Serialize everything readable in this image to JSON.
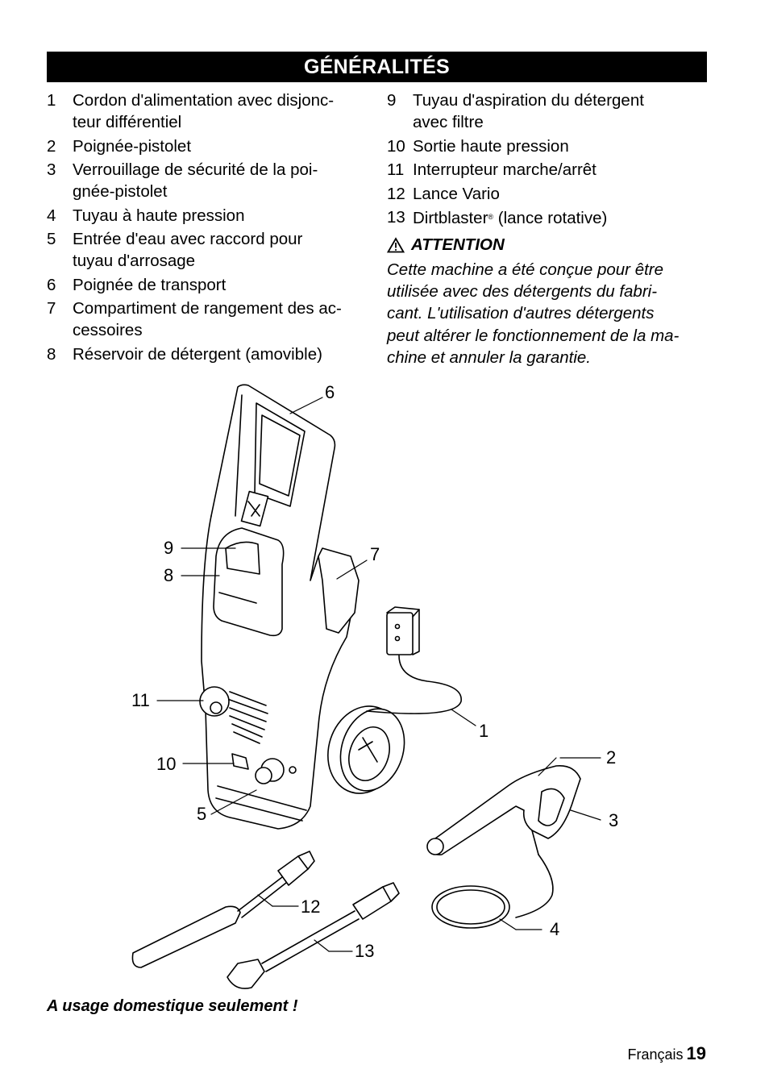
{
  "header": {
    "title": "GÉNÉRALITÉS"
  },
  "left_items": [
    {
      "n": "1",
      "text": "Cordon d'alimentation avec disjonc-teur différentiel",
      "l1": "Cordon d'alimentation avec disjonc-",
      "l2": "teur différentiel"
    },
    {
      "n": "2",
      "text": "Poignée-pistolet"
    },
    {
      "n": "3",
      "l1": "Verrouillage de sécurité de la poi-",
      "l2": "gnée-pistolet"
    },
    {
      "n": "4",
      "text": "Tuyau à haute pression"
    },
    {
      "n": "5",
      "l1": "Entrée d'eau avec raccord pour",
      "l2": "tuyau d'arrosage"
    },
    {
      "n": "6",
      "text": "Poignée de transport"
    },
    {
      "n": "7",
      "l1": "Compartiment de rangement des ac-",
      "l2": "cessoires"
    },
    {
      "n": "8",
      "text": "Réservoir de détergent (amovible)"
    }
  ],
  "right_items": [
    {
      "n": "9",
      "l1": "Tuyau d'aspiration du détergent",
      "l2": "avec filtre"
    },
    {
      "n": "10",
      "text": "Sortie haute pression"
    },
    {
      "n": "11",
      "text": "Interrupteur marche/arrêt"
    },
    {
      "n": "12",
      "text": "Lance Vario"
    },
    {
      "n": "13",
      "text_a": "Dirtblaster",
      "reg": "®",
      "text_b": " (lance rotative)"
    }
  ],
  "attention": {
    "title": "ATTENTION",
    "l1": "Cette machine a été conçue pour être",
    "l2": "utilisée avec des détergents du fabri-",
    "l3": "cant. L'utilisation d'autres détergents",
    "l4": "peut altérer le fonctionnement de la ma-",
    "l5": "chine et annuler la garantie."
  },
  "figure": {
    "callouts": [
      "6",
      "9",
      "7",
      "8",
      "11",
      "1",
      "10",
      "2",
      "5",
      "3",
      "12",
      "4",
      "13"
    ]
  },
  "footer": {
    "note": "A usage domestique seulement !",
    "language": "Français",
    "page": "19"
  }
}
